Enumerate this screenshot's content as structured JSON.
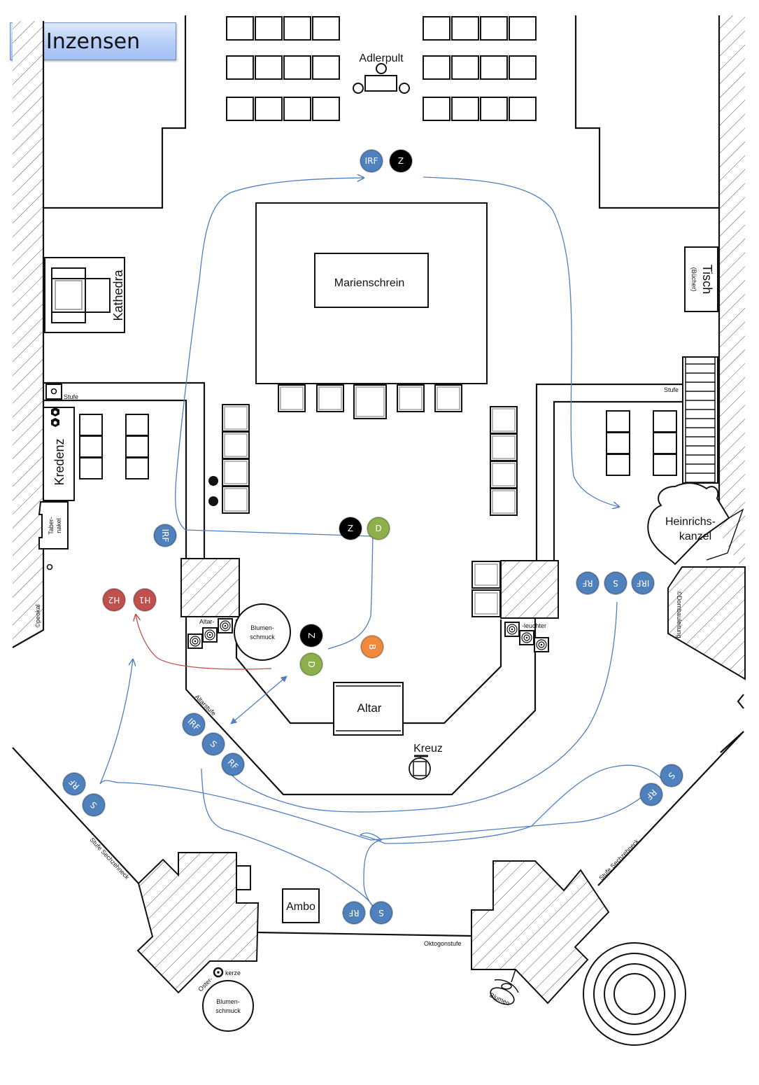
{
  "title": "Inzensen",
  "labels": {
    "adlerpult": "Adlerpult",
    "marienschrein": "Marienschrein",
    "kathedra": "Kathedra",
    "tisch": "Tisch",
    "tisch_sub": "(Bücher)",
    "stufe_left": "Stufe",
    "stufe_right": "Stufe",
    "kredenz": "Kredenz",
    "tabernakel_1": "Taber-",
    "tabernakel_2": "nakel",
    "heinrichskanzel_1": "Heinrichs-",
    "heinrichskanzel_2": "kanzel",
    "altar": "Altar",
    "kreuz": "Kreuz",
    "altarleuchter_1": "Altar-",
    "altarleuchter_2": "-leuchter",
    "blumenschmuck_1": "Blumen-",
    "blumenschmuck_2": "schmuck",
    "altarstufe": "Altarstufe",
    "stufe_sechzehneck_left": "Stufe Sechzehneck",
    "stufe_sechzehneck_right": "Stufe Sechzehneck",
    "ambo": "Ambo",
    "oktogonstufe": "Oktogonstufe",
    "osterkerze_1": "Oster-",
    "osterkerze_2": "kerze",
    "blumen": "Blumen",
    "copyright_left": "©peokal",
    "copyright_right": "©Dombauleitung"
  },
  "colors": {
    "blue": "#4f81bd",
    "black": "#000000",
    "green": "#8db04a",
    "orange": "#f0893e",
    "red": "#c0504d",
    "path_blue": "#4f7fbf",
    "path_red": "#c0504d"
  },
  "tokens": [
    {
      "id": "irf-top",
      "label": "IRF",
      "color": "blue"
    },
    {
      "id": "z-top",
      "label": "Z",
      "color": "black"
    },
    {
      "id": "irf-left",
      "label": "IRF",
      "color": "blue"
    },
    {
      "id": "z-mid",
      "label": "Z",
      "color": "black"
    },
    {
      "id": "d-mid",
      "label": "D",
      "color": "green"
    },
    {
      "id": "h2",
      "label": "H2",
      "color": "red"
    },
    {
      "id": "h1",
      "label": "H1",
      "color": "red"
    },
    {
      "id": "z-altar",
      "label": "Z",
      "color": "black"
    },
    {
      "id": "d-altar",
      "label": "D",
      "color": "green"
    },
    {
      "id": "b-altar",
      "label": "B",
      "color": "orange"
    },
    {
      "id": "rf-right",
      "label": "RF",
      "color": "blue"
    },
    {
      "id": "s-right",
      "label": "S",
      "color": "blue"
    },
    {
      "id": "irf-right",
      "label": "IRF",
      "color": "blue"
    },
    {
      "id": "irf-altarstufe",
      "label": "IRF",
      "color": "blue"
    },
    {
      "id": "s-altarstufe",
      "label": "S",
      "color": "blue"
    },
    {
      "id": "rf-altarstufe",
      "label": "RF",
      "color": "blue"
    },
    {
      "id": "rf-lower-left",
      "label": "RF",
      "color": "blue"
    },
    {
      "id": "s-lower-left",
      "label": "S",
      "color": "blue"
    },
    {
      "id": "s-lower-right",
      "label": "S",
      "color": "blue"
    },
    {
      "id": "rf-lower-right",
      "label": "RF",
      "color": "blue"
    },
    {
      "id": "rf-ambo",
      "label": "RF",
      "color": "blue"
    },
    {
      "id": "s-ambo",
      "label": "S",
      "color": "blue"
    }
  ]
}
